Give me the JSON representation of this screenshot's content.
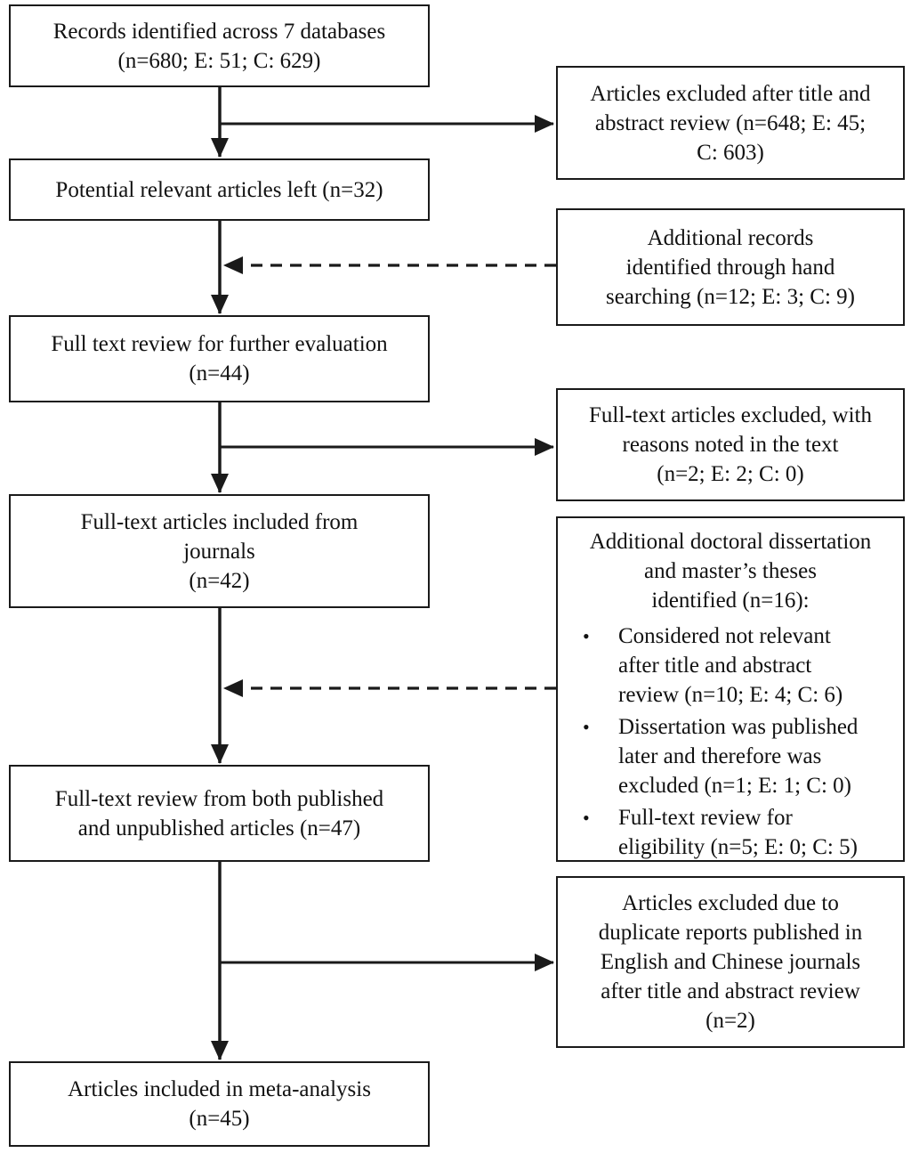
{
  "figure": {
    "type": "prisma-flow-diagram",
    "colors": {
      "border": "#1a1a1a",
      "text": "#111111",
      "background": "#ffffff"
    },
    "bullet_marker": "•",
    "left_boxes": [
      {
        "id": "records-identified",
        "lines": [
          "Records identified across 7 databases",
          "(n=680; E: 51; C: 629)"
        ]
      },
      {
        "id": "potential-relevant",
        "lines": [
          "Potential relevant articles left (n=32)"
        ]
      },
      {
        "id": "full-text-review-evaluation",
        "lines": [
          "Full text review for further evaluation",
          "(n=44)"
        ]
      },
      {
        "id": "included-from-journals",
        "lines": [
          "Full-text articles included from",
          "journals",
          "(n=42)"
        ]
      },
      {
        "id": "review-published-unpublished",
        "lines": [
          "Full-text review from both published",
          "and unpublished articles (n=47)"
        ]
      },
      {
        "id": "included-meta-analysis",
        "lines": [
          "Articles included in meta-analysis",
          "(n=45)"
        ]
      }
    ],
    "right_boxes": [
      {
        "id": "excluded-title-abstract",
        "lines": [
          "Articles excluded after title and",
          "abstract review (n=648; E: 45;",
          "C: 603)"
        ]
      },
      {
        "id": "hand-searching",
        "lines": [
          "Additional records",
          "identified through hand",
          "searching (n=12; E: 3; C: 9)"
        ]
      },
      {
        "id": "fulltext-excluded-reasons",
        "lines": [
          "Full-text articles excluded, with",
          "reasons noted in the text",
          "(n=2; E: 2; C: 0)"
        ]
      },
      {
        "id": "dissertations-theses",
        "header_lines": [
          "Additional doctoral dissertation",
          "and master’s theses",
          "identified (n=16):"
        ],
        "bullets": [
          [
            "Considered not relevant",
            "after title and abstract",
            "review (n=10; E: 4; C: 6)"
          ],
          [
            "Dissertation was published",
            "later and therefore was",
            "excluded (n=1; E: 1; C: 0)"
          ],
          [
            "Full-text review for",
            "eligibility (n=5; E: 0; C: 5)"
          ]
        ]
      },
      {
        "id": "duplicate-reports-excluded",
        "lines": [
          "Articles excluded due to",
          "duplicate reports published in",
          "English and Chinese journals",
          "after title and abstract review",
          "(n=2)"
        ]
      }
    ]
  }
}
